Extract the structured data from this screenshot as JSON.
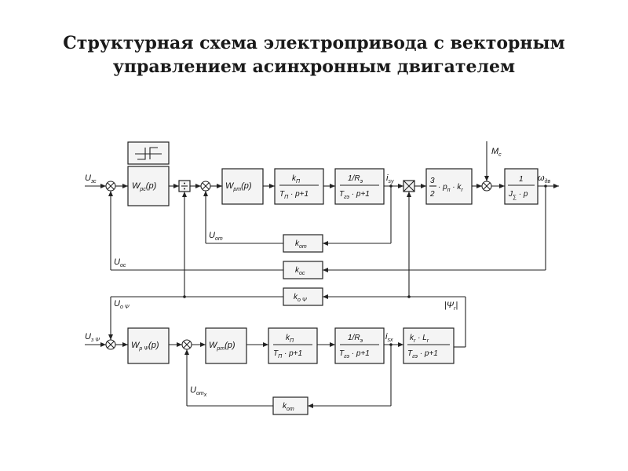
{
  "title": {
    "line1": "Структурная схема электропривода с векторным",
    "line2": "управлением асинхронным двигателем"
  },
  "signals": {
    "u_zs": "U",
    "u_zs_sub": "зс",
    "u_zpsi": "U",
    "u_zpsi_sub": "з Ψ",
    "u_ot": "U",
    "u_ot_sub": "от",
    "u_os": "U",
    "u_os_sub": "ос",
    "u_opsi": "U",
    "u_opsi_sub": "о Ψ",
    "u_otx": "U",
    "u_otx_sub": "от",
    "u_otx_sub2": "x",
    "i_sy": "i",
    "i_sy_sub": "sy",
    "i_sx": "i",
    "i_sx_sub": "sx",
    "mc": "M",
    "mc_sub": "c",
    "omega": "ω",
    "omega_sub": "дв",
    "psi_r": "|Ψ",
    "psi_r_sub": "r",
    "psi_r_end": "|"
  },
  "blocks": {
    "wrs": "W",
    "wrs_sub": "рс",
    "wrs_arg": "(p)",
    "wrpsi": "W",
    "wrpsi_sub": "р Ψ",
    "wrpsi_arg": "(p)",
    "wrt1": "W",
    "wrt1_sub": "рт",
    "wrt1_arg": "(p)",
    "wrt2": "W",
    "wrt2_sub": "рт",
    "wrt2_arg": "(p)",
    "kp_num": "k",
    "kp_num_sub": "П",
    "kp_den": "T",
    "kp_den_sub": "П",
    "kp_den_tail": " · p+1",
    "re_num": "1/R",
    "re_num_sub": "э",
    "re_den": "T",
    "re_den_sub": "гэ",
    "re_den_tail": " · p+1",
    "motor_a": "3",
    "motor_b": "2",
    "motor_tail": " · p",
    "motor_tail_sub": "п",
    "motor_k": " · k",
    "motor_k_sub": "r",
    "inertia_num": "1",
    "inertia_den": "J",
    "inertia_den_sub": "∑",
    "inertia_den_tail": " · p",
    "flux_num": "k",
    "flux_num_sub": "r",
    "flux_num_mid": " · L",
    "flux_num_sub2": "r",
    "flux_den": "T",
    "flux_den_sub": "гэ",
    "flux_den_tail": " · p+1",
    "k_ot": "k",
    "k_ot_sub": "от",
    "k_os": "k",
    "k_os_sub": "ос",
    "k_opsi": "k",
    "k_opsi_sub": "о Ψ",
    "k_otx": "k",
    "k_otx_sub": "от"
  }
}
